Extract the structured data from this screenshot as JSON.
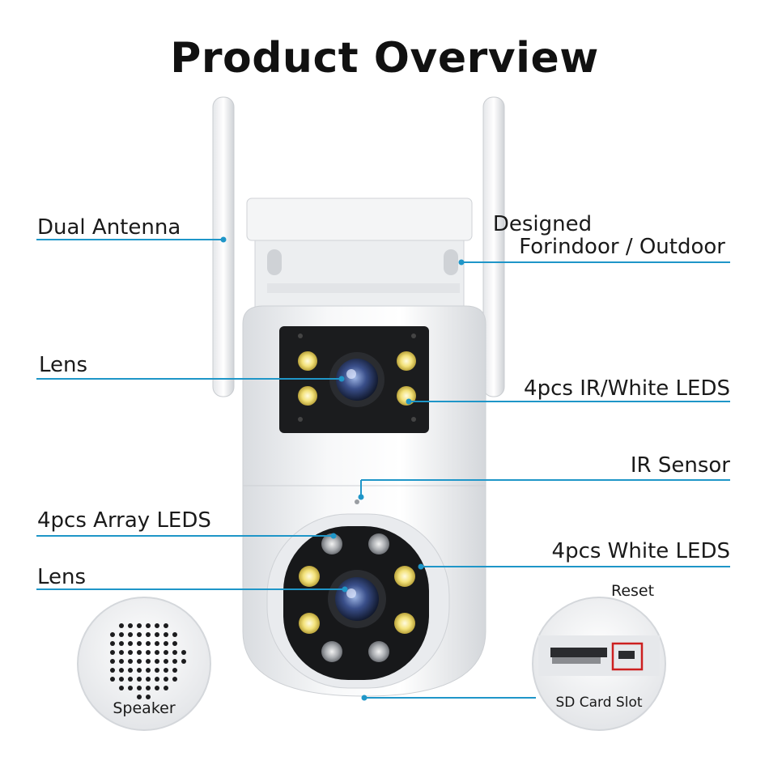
{
  "title": "Product Overview",
  "labels": {
    "dual_antenna": "Dual Antenna",
    "designed_line1": "Designed",
    "designed_line2": "Forindoor / Outdoor",
    "lens_top": "Lens",
    "ir_white_leds": "4pcs IR/White LEDS",
    "ir_sensor": "IR Sensor",
    "array_leds": "4pcs Array LEDS",
    "white_leds": "4pcs White LEDS",
    "lens_bottom": "Lens",
    "reset": "Reset",
    "speaker": "Speaker",
    "sd_card_slot": "SD Card Slot"
  },
  "colors": {
    "leader_line": "#1f96c8",
    "title": "#111111",
    "reset_box": "#cc2020"
  }
}
